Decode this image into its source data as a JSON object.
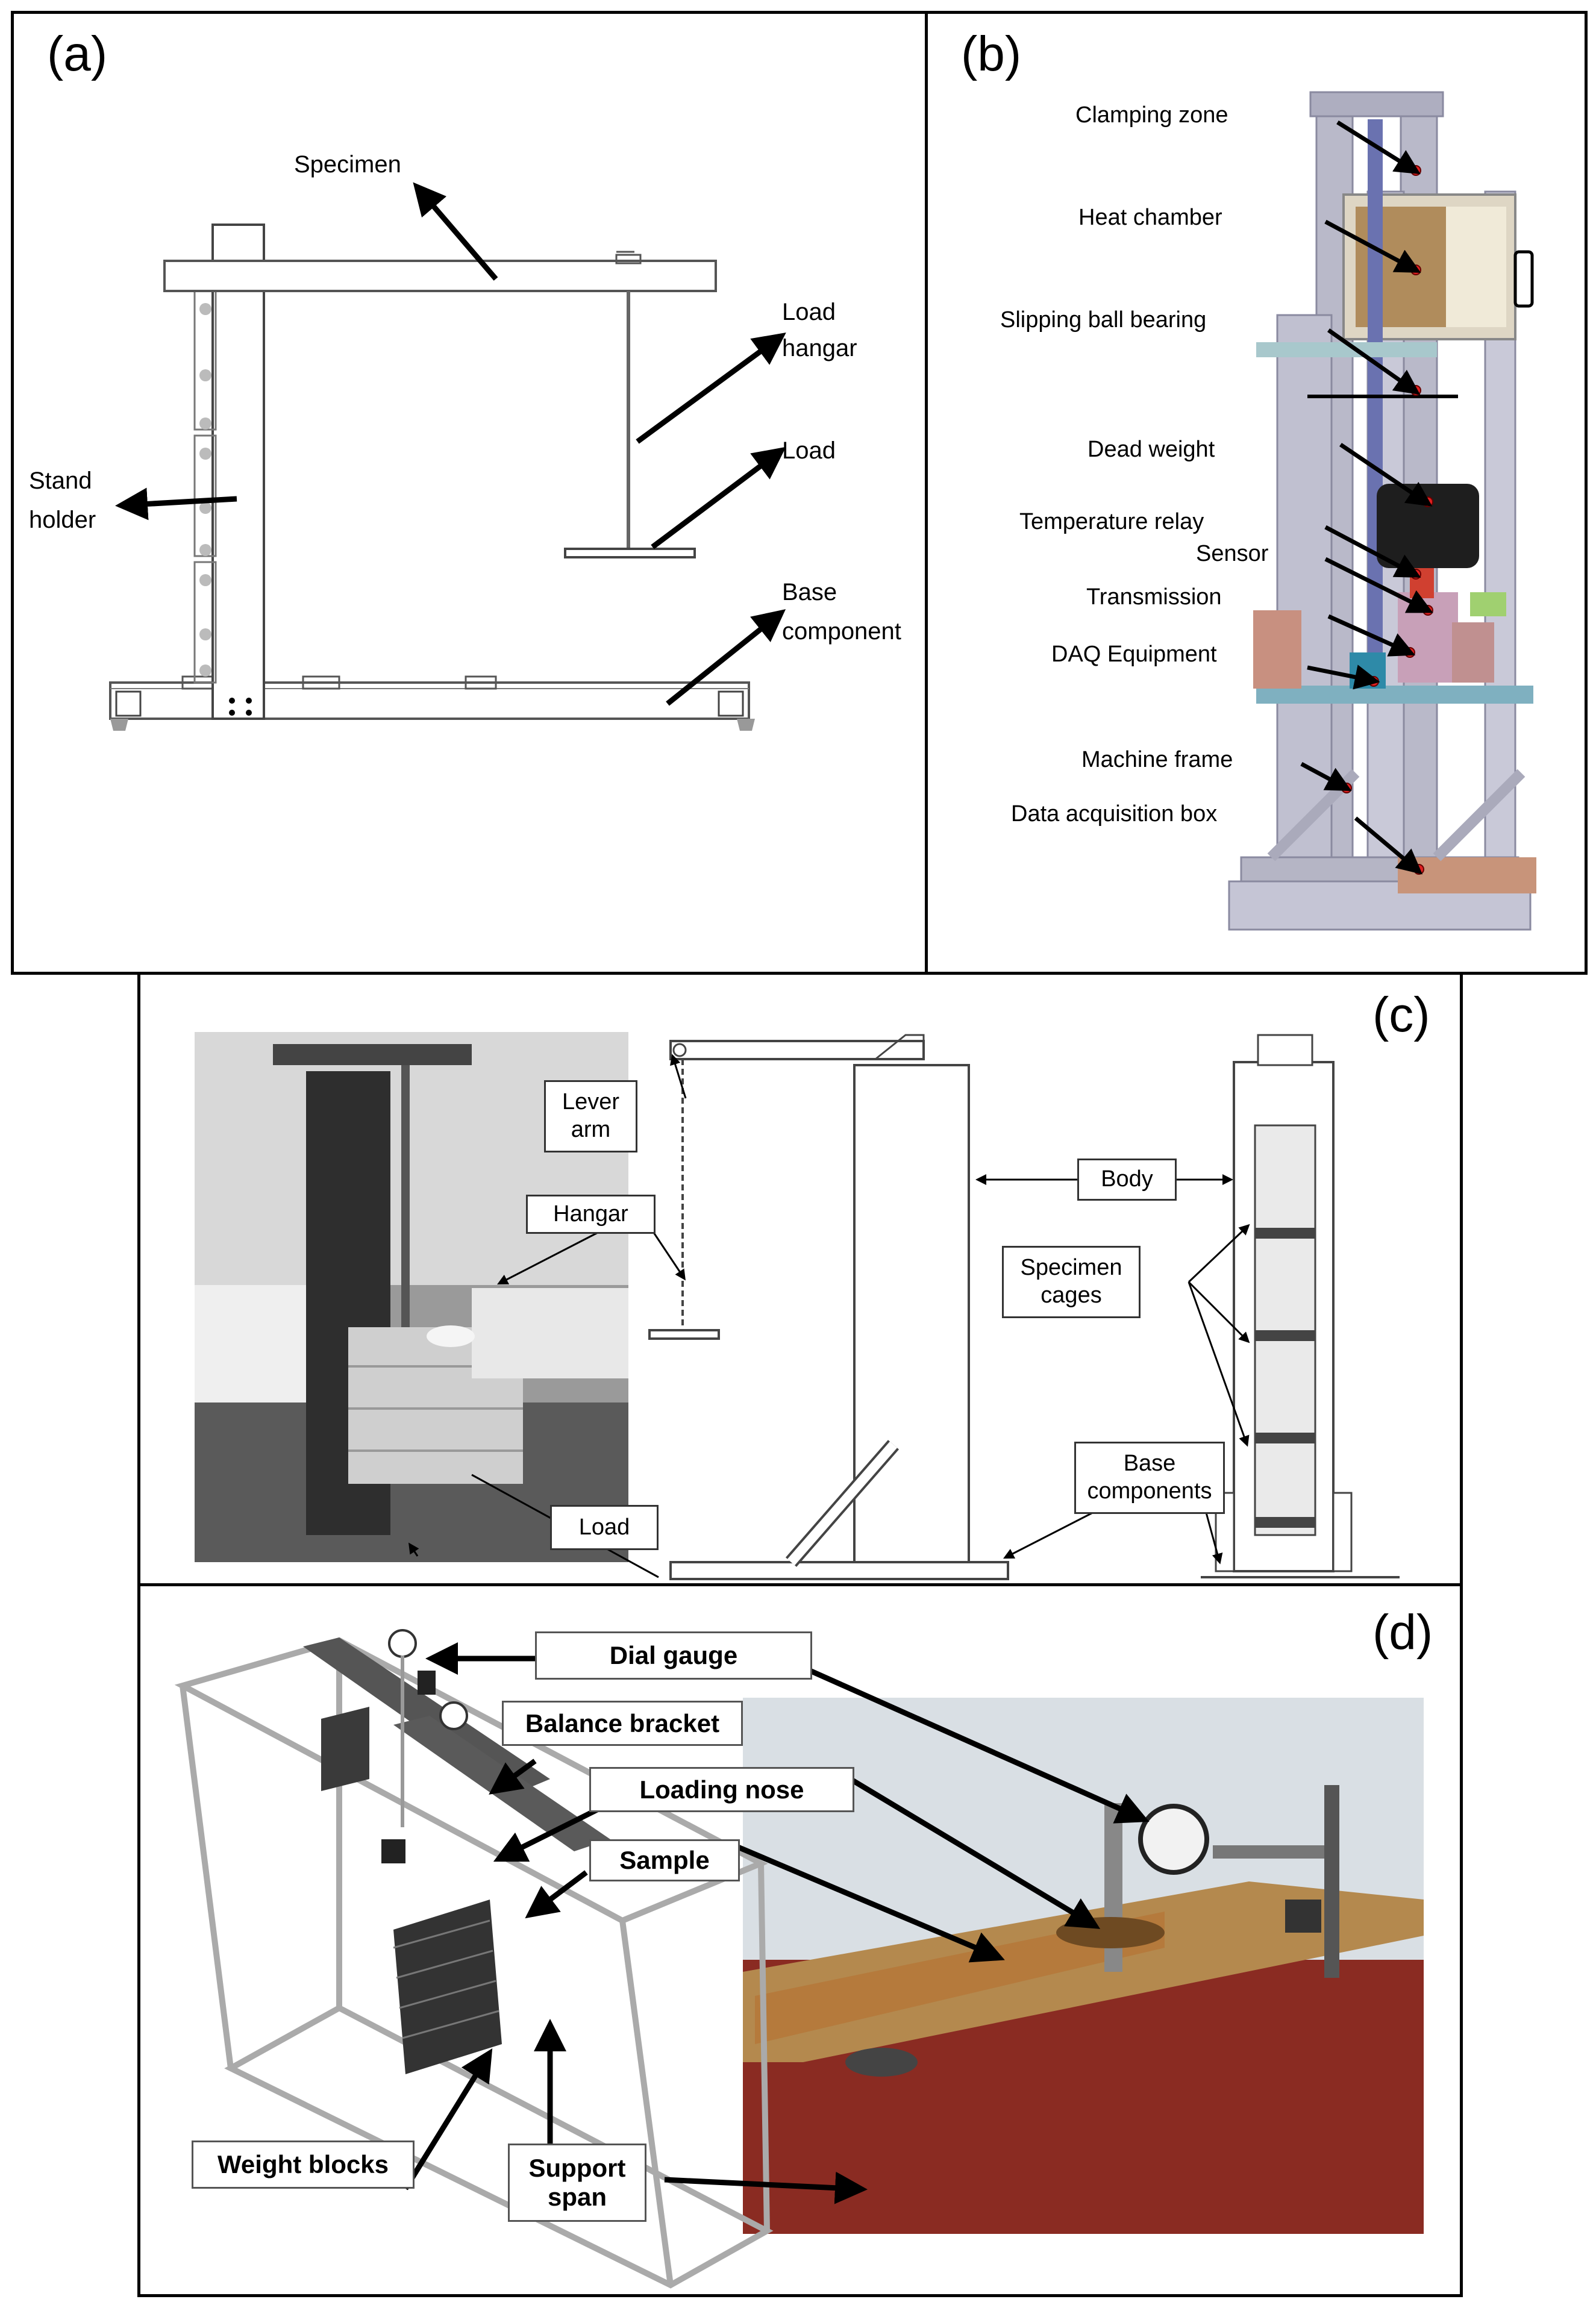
{
  "panel_a": {
    "tag": "(a)",
    "specimen": "Specimen",
    "load_hangar_1": "Load",
    "load_hangar_2": "hangar",
    "load": "Load",
    "stand_holder_1": "Stand",
    "stand_holder_2": "holder",
    "base_component_1": "Base",
    "base_component_2": "component"
  },
  "panel_b": {
    "tag": "(b)",
    "labels": [
      "Clamping zone",
      "Heat chamber",
      "Slipping ball bearing",
      "Dead weight",
      "Temperature relay",
      "Sensor",
      "Transmission",
      "DAQ Equipment",
      "Machine frame",
      "Data acquisition box"
    ]
  },
  "panel_c": {
    "tag": "(c)",
    "lever_arm_1": "Lever",
    "lever_arm_2": "arm",
    "hangar": "Hangar",
    "load": "Load",
    "body": "Body",
    "specimen_cages_1": "Specimen",
    "specimen_cages_2": "cages",
    "base_components_1": "Base",
    "base_components_2": "components"
  },
  "panel_d": {
    "tag": "(d)",
    "dial_gauge": "Dial gauge",
    "balance_bracket": "Balance bracket",
    "loading_nose": "Loading nose",
    "sample": "Sample",
    "weight_blocks": "Weight blocks",
    "support_span_1": "Support",
    "support_span_2": "span"
  }
}
